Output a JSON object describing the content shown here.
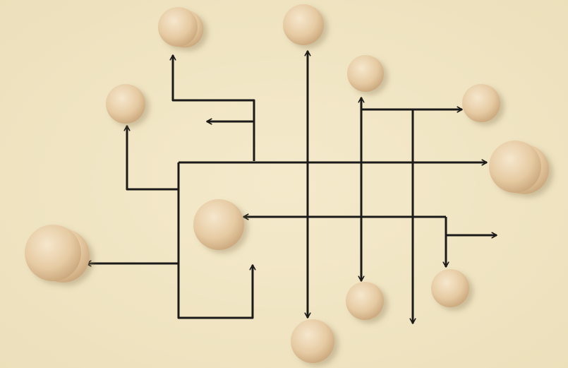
{
  "scene": {
    "subject": "wooden-figures-connected-by-arrows",
    "figure_count": 11,
    "arrow_count": 15
  },
  "colors": {
    "background": "#f1e6c4",
    "line": "#1c1a18",
    "wood_light": "#f3e2c6",
    "wood_mid": "#e2c49c",
    "wood_dark": "#c49e72"
  }
}
